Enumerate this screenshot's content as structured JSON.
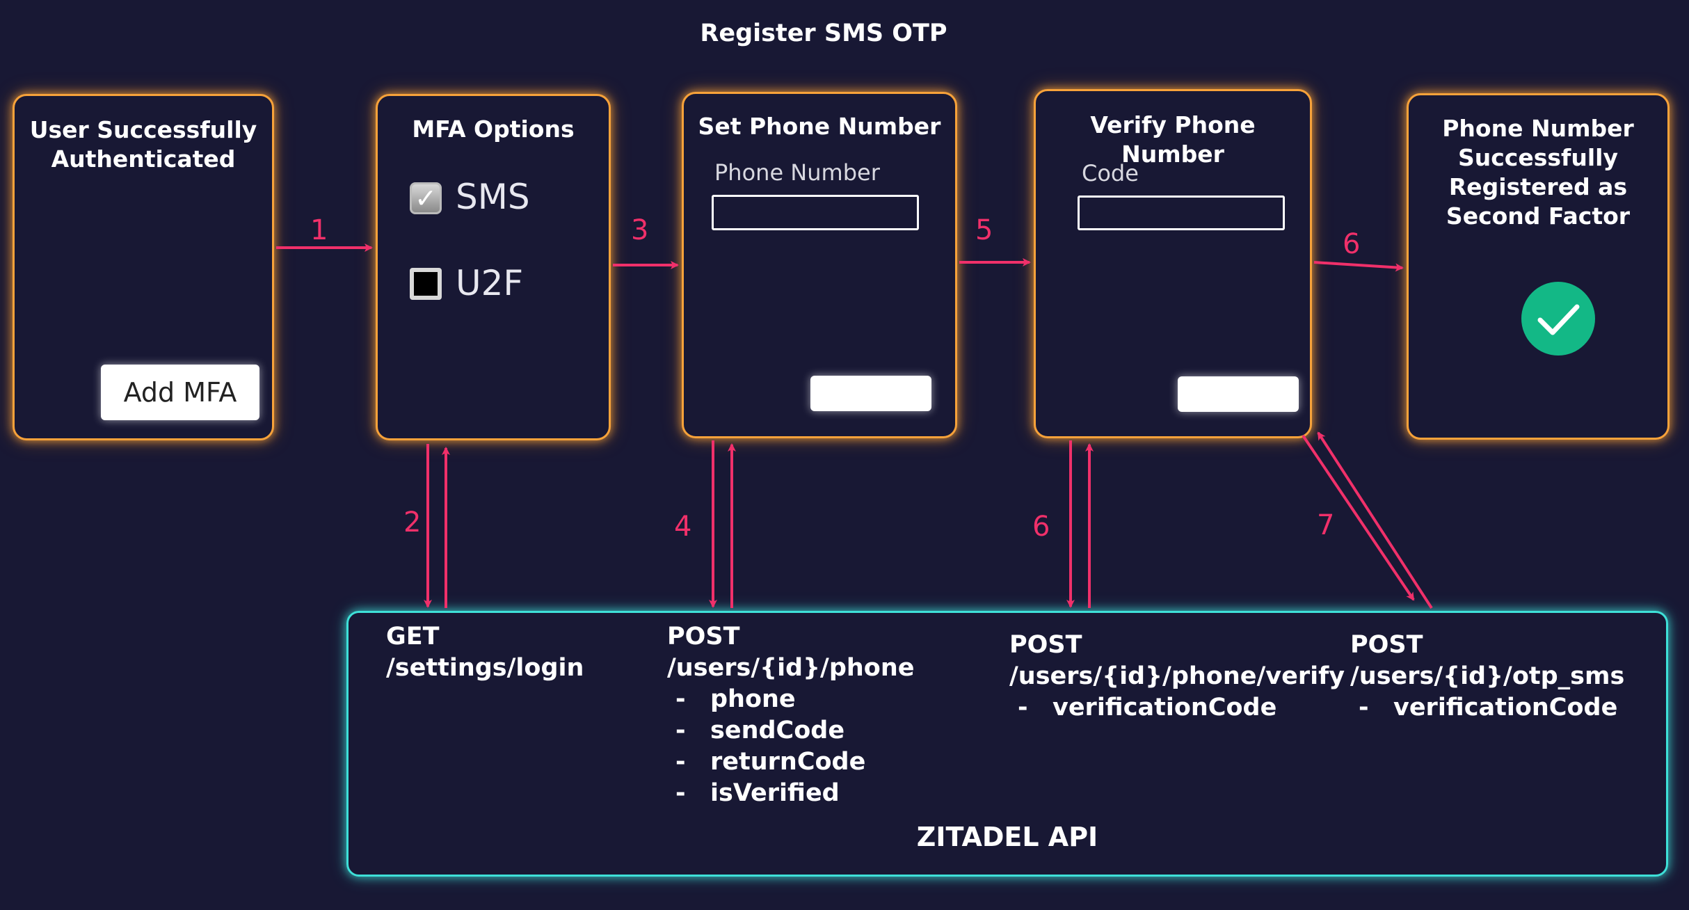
{
  "title": "Register SMS OTP",
  "colors": {
    "background": "#181834",
    "card_border": "#f7a23a",
    "api_border": "#3ee0d8",
    "arrow": "#f0306a",
    "success": "#13b886"
  },
  "cards": {
    "authenticated": {
      "title_lines": [
        "User Successfully",
        "Authenticated"
      ],
      "button": "Add MFA"
    },
    "mfa_options": {
      "title": "MFA Options",
      "options": [
        {
          "label": "SMS",
          "checked": true
        },
        {
          "label": "U2F",
          "checked": false
        }
      ]
    },
    "set_phone": {
      "title": "Set Phone Number",
      "field_label": "Phone Number"
    },
    "verify_phone": {
      "title": "Verify Phone Number",
      "field_label": "Code"
    },
    "registered": {
      "title_lines": [
        "Phone Number",
        "Successfully",
        "Registered as",
        "Second Factor"
      ],
      "icon": "check-circle-icon"
    }
  },
  "steps": [
    "1",
    "2",
    "3",
    "4",
    "5",
    "6",
    "6",
    "7"
  ],
  "api": {
    "title": "ZITADEL API",
    "endpoints": [
      {
        "method": "GET",
        "path": "/settings/login",
        "params": []
      },
      {
        "method": "POST",
        "path": "/users/{id}/phone",
        "params": [
          "phone",
          "sendCode",
          "returnCode",
          "isVerified"
        ]
      },
      {
        "method": "POST",
        "path": "/users/{id}/phone/verify",
        "params": [
          "verificationCode"
        ]
      },
      {
        "method": "POST",
        "path": "/users/{id}/otp_sms",
        "params": [
          "verificationCode"
        ]
      }
    ]
  }
}
